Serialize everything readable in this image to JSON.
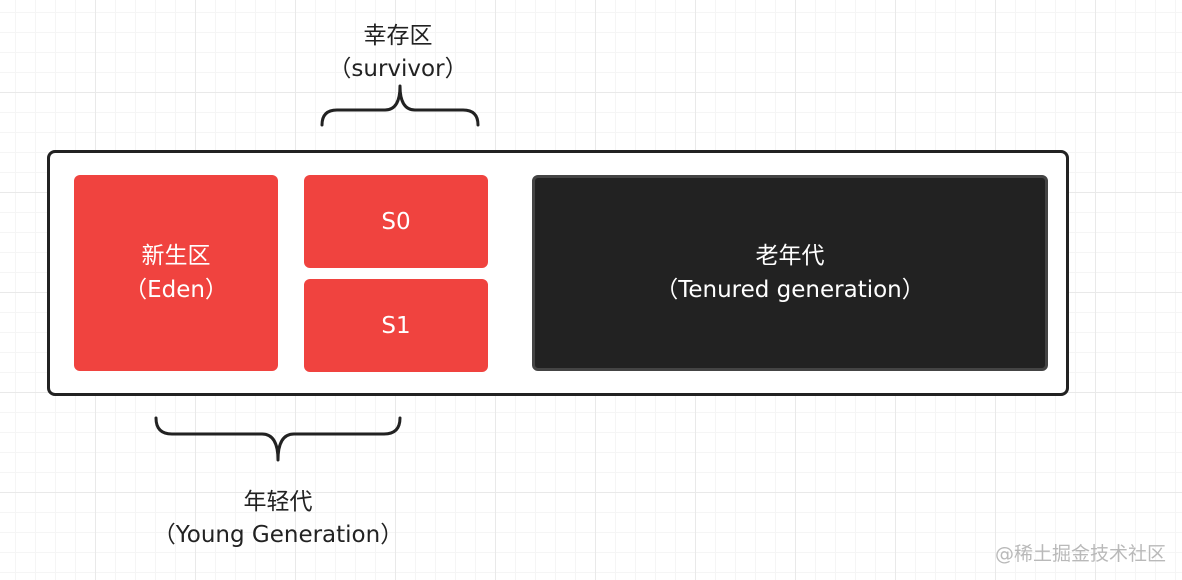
{
  "survivor_label": {
    "line1": "幸存区",
    "line2": "（survivor）"
  },
  "heap": {
    "eden": {
      "line1": "新生区",
      "line2": "（Eden）"
    },
    "s0": "S0",
    "s1": "S1",
    "tenured": {
      "line1": "老年代",
      "line2": "（Tenured generation）"
    }
  },
  "young_label": {
    "line1": "年轻代",
    "line2": "（Young Generation）"
  },
  "watermark": "@稀土掘金技术社区",
  "colors": {
    "young_block": "#f0433f",
    "tenured_block": "#222222",
    "outline": "#222222"
  }
}
